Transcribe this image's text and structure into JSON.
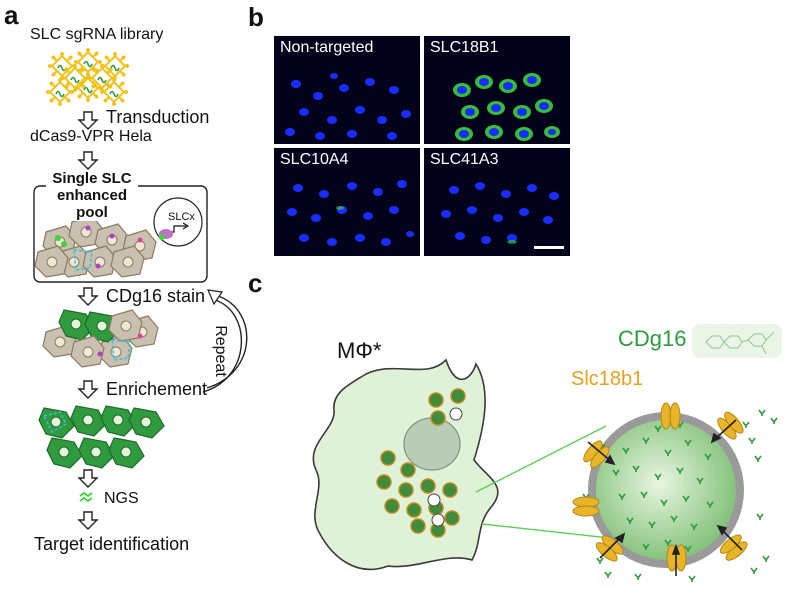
{
  "panel_a": {
    "letter": "a",
    "library_label": "SLC sgRNA library",
    "transduction_label": "Transduction",
    "cell_line_label": "dCas9-VPR Hela",
    "pool_title_line1": "Single SLC",
    "pool_title_line2": "enhanced pool",
    "inset_label": "SLCx",
    "stain_label": "CDg16 stain",
    "repeat_label": "Repeat",
    "enrichment_label": "Enrichement",
    "ngs_label": "NGS",
    "target_label": "Target identification"
  },
  "panel_b": {
    "letter": "b",
    "images": [
      {
        "label": "Non-targeted",
        "signal": "none"
      },
      {
        "label": "SLC18B1",
        "signal": "high"
      },
      {
        "label": "SLC10A4",
        "signal": "low"
      },
      {
        "label": "SLC41A3",
        "signal": "low"
      }
    ]
  },
  "panel_c": {
    "letter": "c",
    "macrophage_label": "MΦ*",
    "probe_label": "CDg16",
    "transporter_label": "Slc18b1"
  },
  "colors": {
    "nucleus_blue": "#1a2cff",
    "signal_green": "#3fd23a",
    "probe_green": "#2f9a3e",
    "transporter_orange": "#e8a020",
    "virus_yellow": "#f2c21b"
  }
}
